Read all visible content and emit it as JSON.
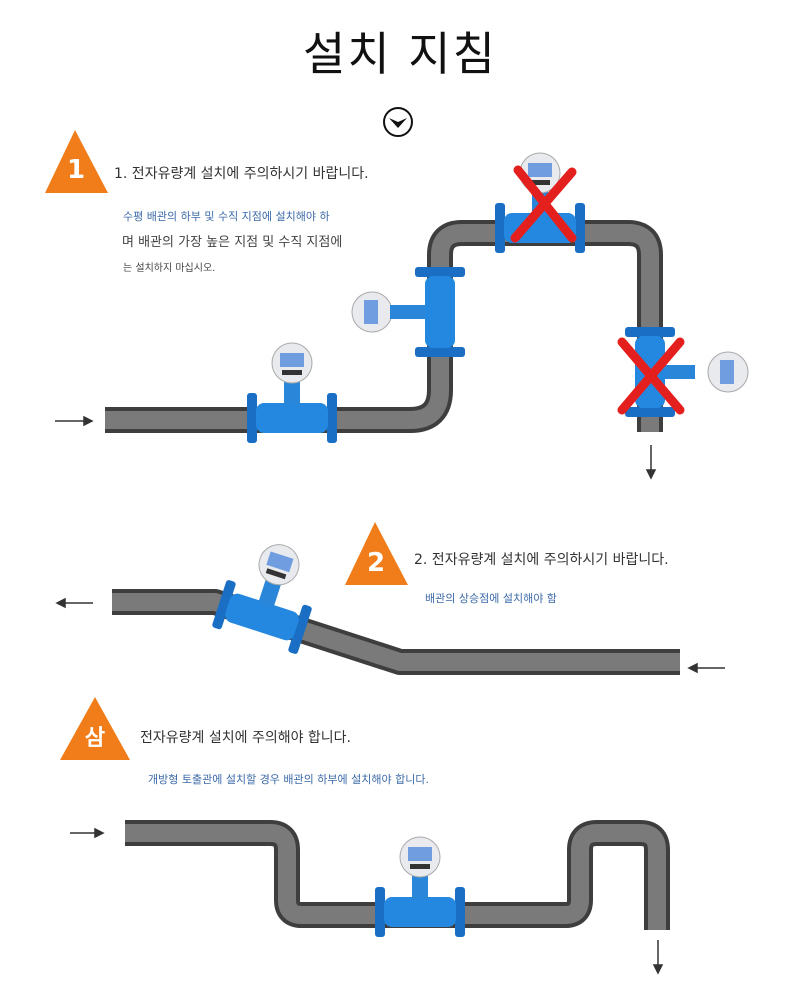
{
  "title": "설치 지침",
  "colors": {
    "accent": "#f07d1a",
    "pipe": "#6b6b6b",
    "meter": "#1f7fd6",
    "cross": "#e4201f",
    "note": "#3d6aa8"
  },
  "sections": [
    {
      "badge": "1",
      "heading": "1. 전자유량계 설치에 주의하시기 바랍니다.",
      "lines": [
        "수평 배관의 하부 및 수직 지점에 설치해야 하",
        "며 배관의 가장 높은 지점 및 수직 지점에",
        "는 설치하지 마십시오."
      ]
    },
    {
      "badge": "2",
      "heading": "2. 전자유량계 설치에 주의하시기 바랍니다.",
      "lines": [
        "배관의 상승점에 설치해야 함"
      ]
    },
    {
      "badge": "삼",
      "heading": "전자유량계 설치에 주의해야 합니다.",
      "lines": [
        "개방형 토출관에 설치할 경우 배관의 하부에 설치해야 합니다."
      ]
    }
  ]
}
